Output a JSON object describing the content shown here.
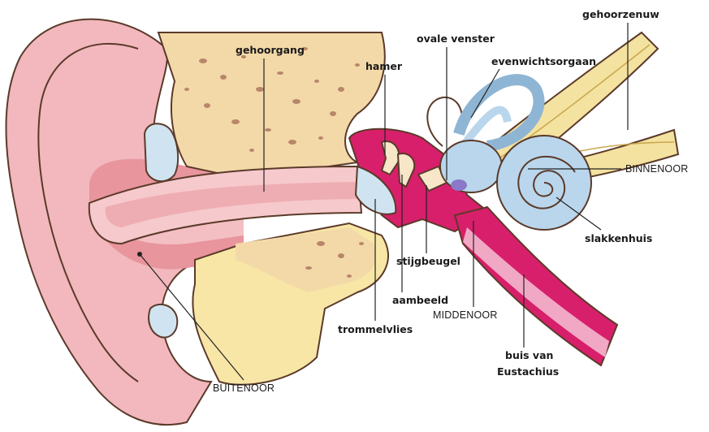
{
  "labels": {
    "gehoorgang": "gehoorgang",
    "hamer": "hamer",
    "ovale_venster": "ovale venster",
    "gehoorzenuw": "gehoorzenuw",
    "evenwichtsorgaan": "evenwichtsorgaan",
    "binnenoor": "BINNENOOR",
    "slakkenhuis": "slakkenhuis",
    "stijgbeugel": "stijgbeugel",
    "aambeeld": "aambeeld",
    "middenoor": "MIDDENOOR",
    "trommelvlies": "trommelvlies",
    "buis_van_eustachius_1": "buis van",
    "buis_van_eustachius_2": "Eustachius",
    "buitenoor": "BUITENOOR"
  },
  "colors": {
    "outer_ear": "#f2b8bd",
    "outer_ear_shade": "#e8959d",
    "canal_pink": "#f6c9cc",
    "bone_tan": "#f3d9a8",
    "bone_yellow": "#f7e6a6",
    "bone_speck": "#b8866a",
    "middle_ear": "#d81f6b",
    "cochlea_blue": "#b9d6ec",
    "nerve_yellow": "#f4e2a0",
    "outline": "#5b3a2a"
  }
}
